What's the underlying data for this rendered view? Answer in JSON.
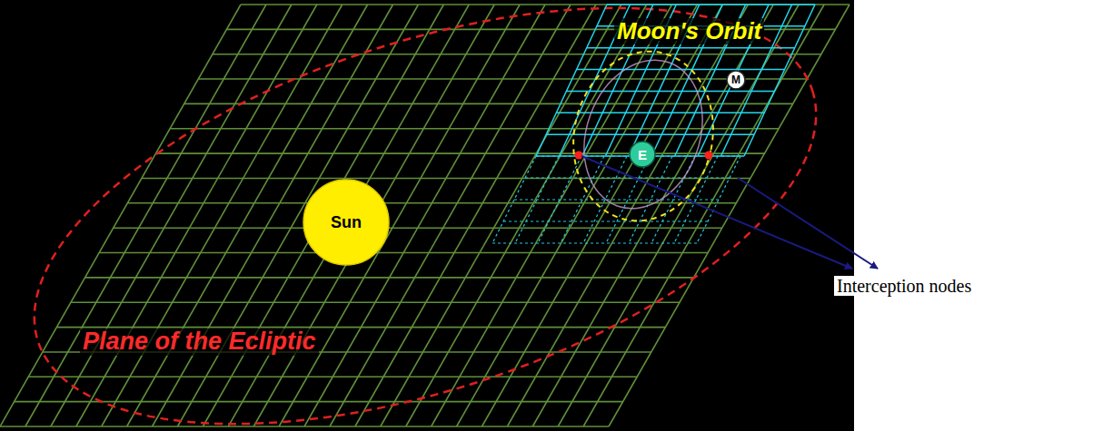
{
  "diagram": {
    "nodes": [
      {
        "text": [
          "M"
        ]
      },
      {
        "text": [
          "E"
        ]
      },
      {
        "text": [
          "Sun"
        ]
      }
    ],
    "labels": [
      "Moon's Orbit",
      "Plane of the Ecliptic",
      "Interception nodes"
    ]
  }
}
